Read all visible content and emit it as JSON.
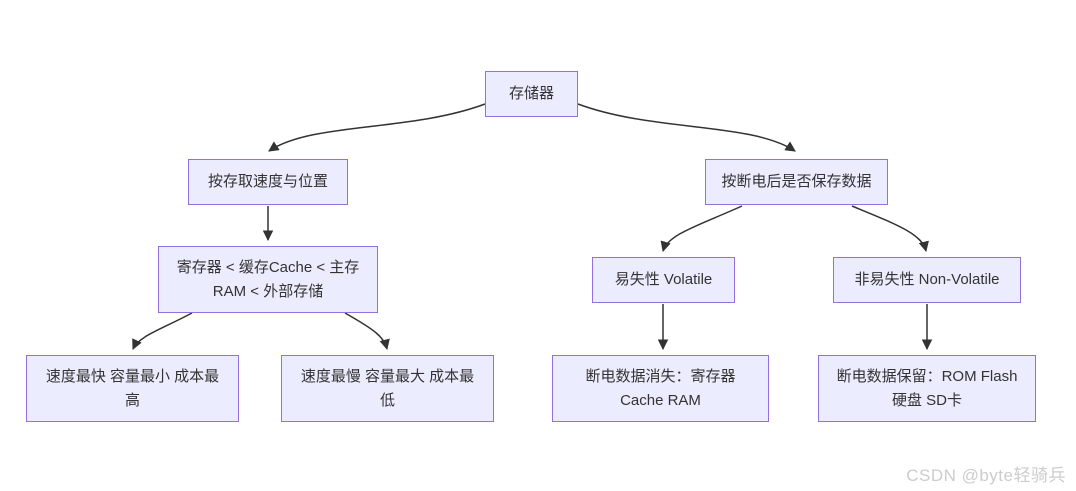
{
  "diagram": {
    "type": "flowchart",
    "topic": "存储器",
    "nodes": [
      {
        "id": "storage",
        "lines": [
          "存储器",
          ""
        ]
      },
      {
        "id": "by-speed-location",
        "lines": [
          "按存取速度与位置",
          ""
        ]
      },
      {
        "id": "by-power-retention",
        "lines": [
          "按断电后是否保存数据",
          ""
        ]
      },
      {
        "id": "speed-hierarchy",
        "lines": [
          "寄存器 < 缓存Cache < 主存",
          "RAM < 外部存储"
        ]
      },
      {
        "id": "volatile",
        "lines": [
          "易失性 Volatile",
          ""
        ]
      },
      {
        "id": "non-volatile",
        "lines": [
          "非易失性 Non-Volatile",
          ""
        ]
      },
      {
        "id": "fastest",
        "lines": [
          "速度最快 容量最小 成本最",
          "高"
        ]
      },
      {
        "id": "slowest",
        "lines": [
          "速度最慢 容量最大 成本最",
          "低"
        ]
      },
      {
        "id": "volatile-detail",
        "lines": [
          "断电数据消失：寄存器",
          "Cache RAM"
        ]
      },
      {
        "id": "nonvolatile-detail",
        "lines": [
          "断电数据保留：ROM Flash",
          "硬盘 SD卡"
        ]
      }
    ],
    "edges": [
      {
        "from": "storage",
        "to": "by-speed-location"
      },
      {
        "from": "storage",
        "to": "by-power-retention"
      },
      {
        "from": "by-speed-location",
        "to": "speed-hierarchy"
      },
      {
        "from": "speed-hierarchy",
        "to": "fastest"
      },
      {
        "from": "speed-hierarchy",
        "to": "slowest"
      },
      {
        "from": "by-power-retention",
        "to": "volatile"
      },
      {
        "from": "by-power-retention",
        "to": "non-volatile"
      },
      {
        "from": "volatile",
        "to": "volatile-detail"
      },
      {
        "from": "non-volatile",
        "to": "nonvolatile-detail"
      }
    ],
    "colors": {
      "node_fill": "#ECECFF",
      "node_border": "#9370DB",
      "edge": "#333333",
      "text": "#333333"
    }
  },
  "watermark": {
    "text": "CSDN @byte轻骑兵",
    "color": "#cccccc"
  }
}
